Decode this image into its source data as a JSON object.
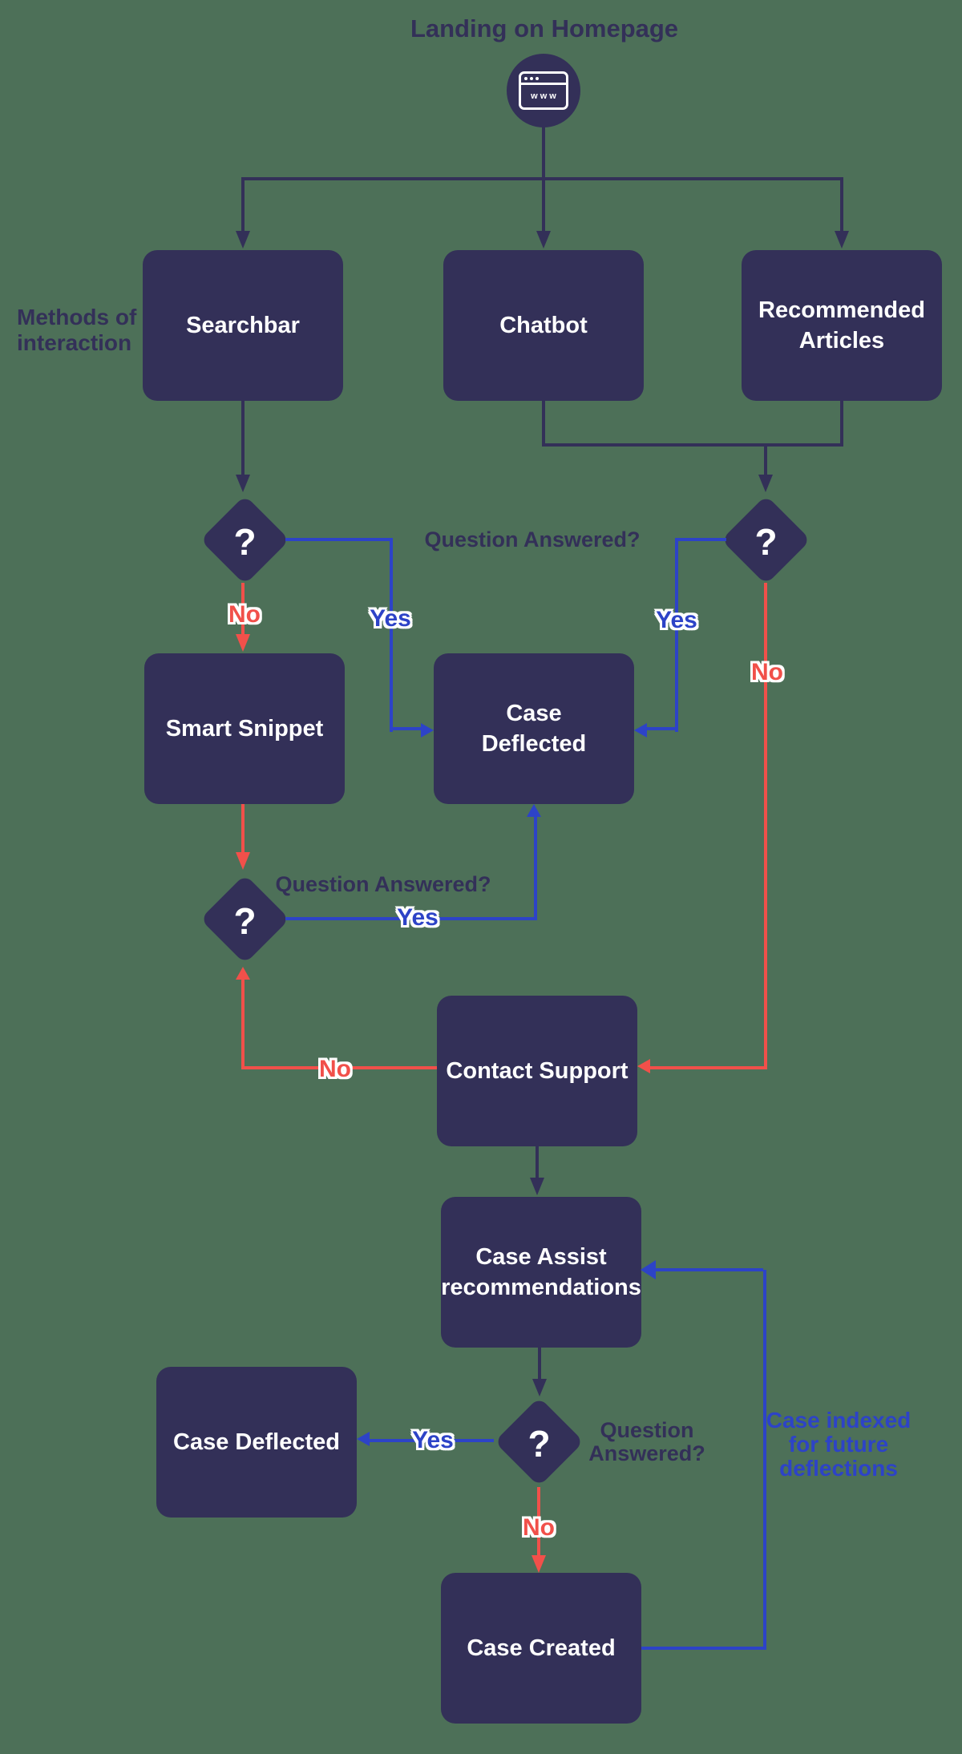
{
  "palette": {
    "background": "#4D7058",
    "node_fill": "#333058",
    "yes_blue": "#2D43C7",
    "no_red": "#F1504A",
    "node_text": "#FFFFFF"
  },
  "header": {
    "title": "Landing on Homepage",
    "icon_label": "www"
  },
  "side_label": "Methods of\ninteraction",
  "nodes": {
    "searchbar": "Searchbar",
    "chatbot": "Chatbot",
    "recommended_articles": "Recommended\nArticles",
    "smart_snippet": "Smart Snippet",
    "case_deflected_mid": "Case\nDeflected",
    "contact_support": "Contact Support",
    "case_assist": "Case Assist\nrecommendations",
    "case_deflected_left": "Case Deflected",
    "case_created": "Case Created"
  },
  "decision_mark": "?",
  "edge_labels": {
    "question_answered_top": "Question Answered?",
    "question_answered_mid": "Question Answered?",
    "question_answered_bottom": "Question\nAnswered?",
    "yes_searchbar": "Yes",
    "yes_right": "Yes",
    "yes_snippet": "Yes",
    "yes_bottom": "Yes",
    "no_searchbar": "No",
    "no_right": "No",
    "no_support": "No",
    "no_bottom": "No",
    "case_indexed_note": "Case indexed\nfor future\ndeflections"
  }
}
